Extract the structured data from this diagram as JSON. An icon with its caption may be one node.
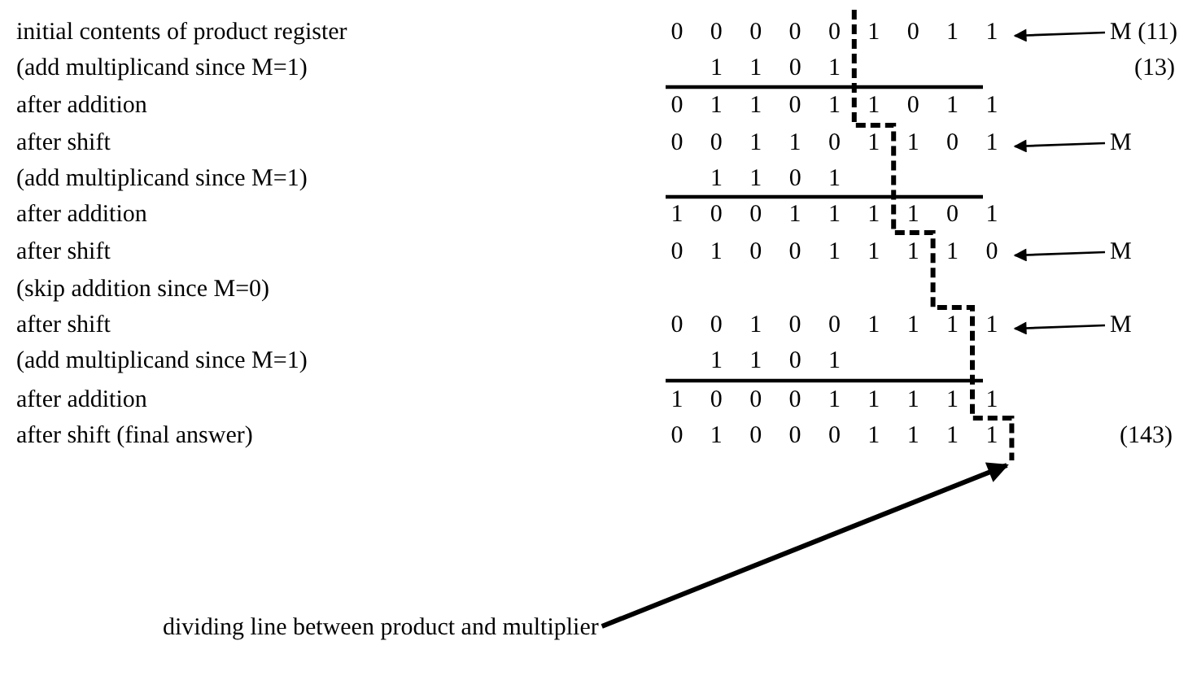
{
  "diagram": {
    "nodes": [
      {
        "text": [
          "0 0 0 0 0 1 0 1 1"
        ]
      },
      {
        "text": [
          "M (11)"
        ]
      },
      {
        "text": [
          "0 0 1 1 0 1 1 0 1"
        ]
      },
      {
        "text": [
          "M"
        ]
      },
      {
        "text": [
          "0 1 0 0 1 1 1 1 0"
        ]
      },
      {
        "text": [
          "M"
        ]
      },
      {
        "text": [
          "0 0 1 0 0 1 1 1 1"
        ]
      },
      {
        "text": [
          "M"
        ]
      },
      {
        "text": [],
        "shape": "line"
      },
      {
        "text": [
          "dividing line between product and multiplier"
        ]
      }
    ],
    "edges": [
      {
        "from": 1,
        "to": 0,
        "arrow": "to"
      },
      {
        "from": 3,
        "to": 2,
        "arrow": "to"
      },
      {
        "from": 5,
        "to": 4,
        "arrow": "to"
      },
      {
        "from": 7,
        "to": 6,
        "arrow": "to"
      },
      {
        "from": 9,
        "to": 8,
        "arrow": "to",
        "style": "thick"
      }
    ],
    "labels": [
      "initial contents of product register",
      "(add multiplicand since M=1)",
      "1 1 0 1",
      "(13)",
      "after addition",
      "0 1 1 0 1 1 0 1 1",
      "after shift",
      "(add multiplicand since M=1)",
      "1 1 0 1",
      "after addition",
      "1 0 0 1 1 1 1 0 1",
      "after shift",
      "(skip addition since M=0)",
      "after shift",
      "(add multiplicand since M=1)",
      "1 1 0 1",
      "after addition",
      "1 0 0 0 1 1 1 1 1",
      "after shift (final answer)",
      "0 1 0 0 0 1 1 1 1",
      "(143)"
    ]
  }
}
